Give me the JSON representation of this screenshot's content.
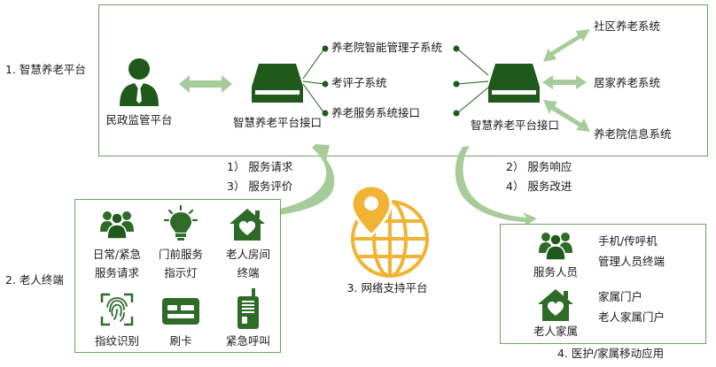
{
  "colors": {
    "dark_green": "#1f5a1c",
    "mid_green": "#2e6b29",
    "light_green": "#a7cc9a",
    "border_green": "#6e9f65",
    "globe_yellow": "#f2b233"
  },
  "platform": {
    "label": "1. 智慧养老平台",
    "civil_affairs": {
      "label": "民政监管平台",
      "icon": "person-suit-icon"
    },
    "interface_left": {
      "label": "智慧养老平台接口",
      "icon": "server-box-icon"
    },
    "subsystems": [
      "养老院智能管理子系统",
      "考评子系统",
      "养老服务系统接口"
    ],
    "interface_right": {
      "label": "智慧养老平台接口",
      "icon": "server-box-icon"
    },
    "external_systems": [
      "社区养老系统",
      "居家养老系统",
      "养老院信息系统"
    ]
  },
  "requests": [
    "1） 服务请求",
    "3） 服务评价"
  ],
  "responses": [
    "2） 服务响应",
    "4） 服务改进"
  ],
  "elderly_terminal": {
    "label": "2. 老人终端",
    "items": [
      {
        "label_lines": [
          "日常/紧急",
          "服务请求"
        ],
        "icon": "people-group-icon"
      },
      {
        "label_lines": [
          "门前服务",
          "指示灯"
        ],
        "icon": "light-bulb-icon"
      },
      {
        "label_lines": [
          "老人房间",
          "终端"
        ],
        "icon": "house-heart-icon"
      },
      {
        "label_lines": [
          "指纹识别"
        ],
        "icon": "fingerprint-icon"
      },
      {
        "label_lines": [
          "刷卡"
        ],
        "icon": "id-card-icon"
      },
      {
        "label_lines": [
          "紧急呼叫"
        ],
        "icon": "walkie-talkie-icon"
      }
    ]
  },
  "network": {
    "label": "3. 网络支持平台",
    "icon": "globe-pin-icon"
  },
  "family_app": {
    "label": "4. 医护/家属移动应用",
    "staff": {
      "label": "服务人员",
      "icon": "people-group-icon",
      "desc": [
        "手机/传呼机",
        "管理人员终端"
      ]
    },
    "family": {
      "label": "老人家属",
      "icon": "house-heart-icon",
      "desc": [
        "家属门户",
        "老人家属门户"
      ]
    }
  }
}
